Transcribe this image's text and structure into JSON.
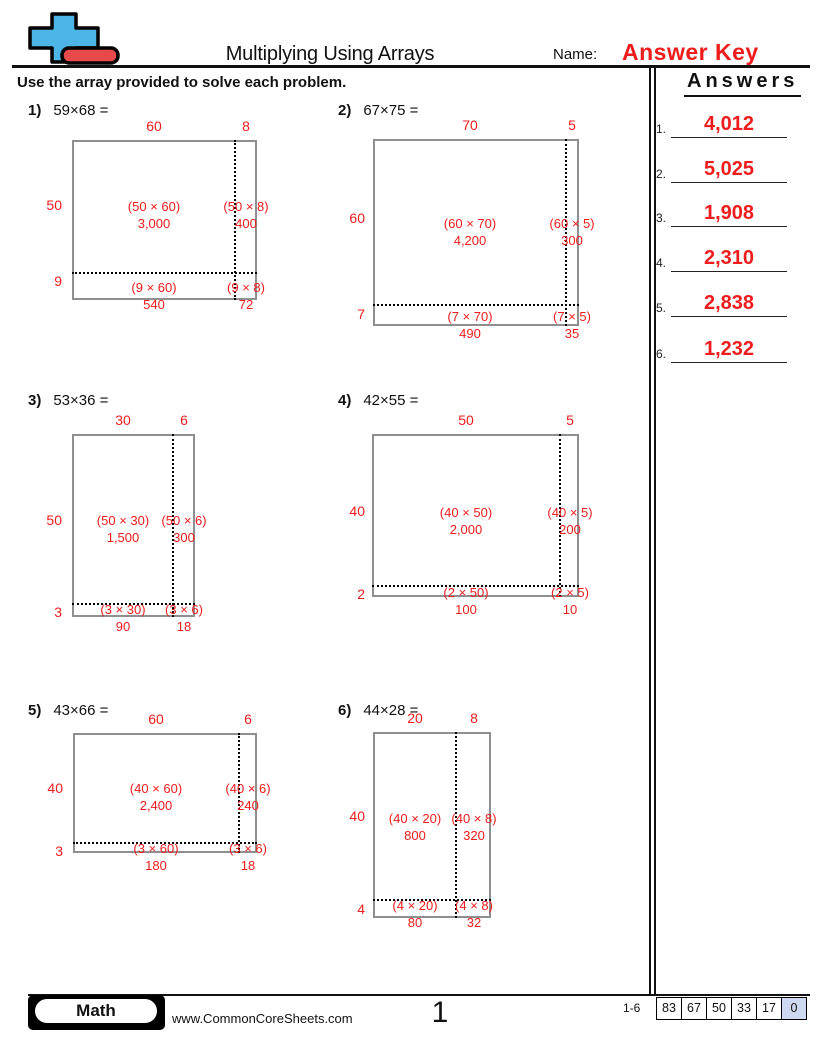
{
  "header": {
    "title": "Multiplying Using Arrays",
    "name_label": "Name:",
    "name_value": "Answer Key"
  },
  "instruction": "Use the array provided to solve each problem.",
  "answers": {
    "title": "Answers",
    "items": [
      {
        "label": "1.",
        "value": "4,012"
      },
      {
        "label": "2.",
        "value": "5,025"
      },
      {
        "label": "3.",
        "value": "1,908"
      },
      {
        "label": "4.",
        "value": "2,310"
      },
      {
        "label": "5.",
        "value": "2,838"
      },
      {
        "label": "6.",
        "value": "1,232"
      }
    ]
  },
  "problems": [
    {
      "num": "1)",
      "equation": "59×68 =",
      "cols": [
        "60",
        "8"
      ],
      "rows": [
        "50",
        "9"
      ],
      "cells": {
        "tl": {
          "expr": "(50 × 60)",
          "value": "3,000"
        },
        "tr": {
          "expr": "(50 × 8)",
          "value": "400"
        },
        "bl": {
          "expr": "(9 × 60)",
          "value": "540"
        },
        "br": {
          "expr": "(9 × 8)",
          "value": "72"
        }
      }
    },
    {
      "num": "2)",
      "equation": "67×75 =",
      "cols": [
        "70",
        "5"
      ],
      "rows": [
        "60",
        "7"
      ],
      "cells": {
        "tl": {
          "expr": "(60 × 70)",
          "value": "4,200"
        },
        "tr": {
          "expr": "(60 × 5)",
          "value": "300"
        },
        "bl": {
          "expr": "(7 × 70)",
          "value": "490"
        },
        "br": {
          "expr": "(7 × 5)",
          "value": "35"
        }
      }
    },
    {
      "num": "3)",
      "equation": "53×36 =",
      "cols": [
        "30",
        "6"
      ],
      "rows": [
        "50",
        "3"
      ],
      "cells": {
        "tl": {
          "expr": "(50 × 30)",
          "value": "1,500"
        },
        "tr": {
          "expr": "(50 × 6)",
          "value": "300"
        },
        "bl": {
          "expr": "(3 × 30)",
          "value": "90"
        },
        "br": {
          "expr": "(3 × 6)",
          "value": "18"
        }
      }
    },
    {
      "num": "4)",
      "equation": "42×55 =",
      "cols": [
        "50",
        "5"
      ],
      "rows": [
        "40",
        "2"
      ],
      "cells": {
        "tl": {
          "expr": "(40 × 50)",
          "value": "2,000"
        },
        "tr": {
          "expr": "(40 × 5)",
          "value": "200"
        },
        "bl": {
          "expr": "(2 × 50)",
          "value": "100"
        },
        "br": {
          "expr": "(2 × 5)",
          "value": "10"
        }
      }
    },
    {
      "num": "5)",
      "equation": "43×66 =",
      "cols": [
        "60",
        "6"
      ],
      "rows": [
        "40",
        "3"
      ],
      "cells": {
        "tl": {
          "expr": "(40 × 60)",
          "value": "2,400"
        },
        "tr": {
          "expr": "(40 × 6)",
          "value": "240"
        },
        "bl": {
          "expr": "(3 × 60)",
          "value": "180"
        },
        "br": {
          "expr": "(3 × 6)",
          "value": "18"
        }
      }
    },
    {
      "num": "6)",
      "equation": "44×28 =",
      "cols": [
        "20",
        "8"
      ],
      "rows": [
        "40",
        "4"
      ],
      "cells": {
        "tl": {
          "expr": "(40 × 20)",
          "value": "800"
        },
        "tr": {
          "expr": "(40 × 8)",
          "value": "320"
        },
        "bl": {
          "expr": "(4 × 20)",
          "value": "80"
        },
        "br": {
          "expr": "(4 × 8)",
          "value": "32"
        }
      }
    }
  ],
  "footer": {
    "subject": "Math",
    "website": "www.CommonCoreSheets.com",
    "page": "1",
    "score_label": "1-6",
    "score_values": [
      "83",
      "67",
      "50",
      "33",
      "17",
      "0"
    ]
  },
  "colors": {
    "accent_red": "#ee1c1c",
    "logo_blue": "#4cb5e5",
    "logo_red": "#e8494b",
    "score_zero_bg": "#ccd9f1",
    "array_border": "#8f8f8f"
  }
}
